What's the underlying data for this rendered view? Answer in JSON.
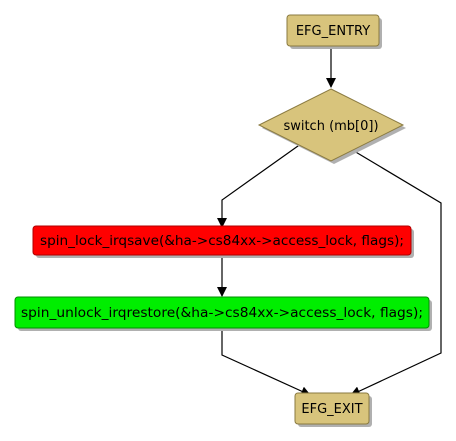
{
  "nodes": {
    "entry": {
      "label": "EFG_ENTRY"
    },
    "switch": {
      "label": "switch (mb[0])"
    },
    "lock": {
      "label": "spin_lock_irqsave(&ha->cs84xx->access_lock, flags);"
    },
    "unlock": {
      "label": "spin_unlock_irqrestore(&ha->cs84xx->access_lock, flags);"
    },
    "exit": {
      "label": "EFG_EXIT"
    }
  },
  "colors": {
    "terminal": "#d8c47c",
    "decision": "#d8c47c",
    "lock": "#ff0000",
    "unlock": "#00ee00",
    "edge": "#000000",
    "shadow": "#b0b0b0"
  }
}
